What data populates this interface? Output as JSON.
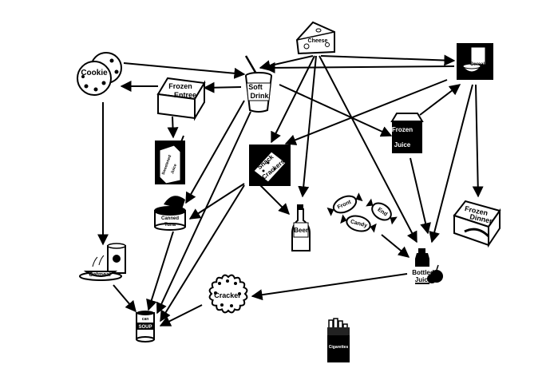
{
  "nodes": {
    "cookie": {
      "label": "Cookie",
      "icon": "cookie-icon"
    },
    "frozen_entree": {
      "label1": "Frozen",
      "label2": "Entree",
      "icon": "frozen-entree-box-icon"
    },
    "soft_drink": {
      "label1": "Soft",
      "label2": "Drink",
      "icon": "soft-drink-cup-icon"
    },
    "cheese": {
      "label": "Cheese",
      "icon": "cheese-icon"
    },
    "cereal": {
      "label": "Cereal",
      "icon": "cereal-icon"
    },
    "sweetened_juice": {
      "label1": "Sweetened",
      "label2": "Juice",
      "icon": "juice-box-icon"
    },
    "canned_tuna": {
      "label1": "Canned",
      "label2": "Tuna",
      "icon": "tuna-can-icon"
    },
    "snack_crackers": {
      "label1": "Snack",
      "label2": "Crackers",
      "icon": "snack-crackers-icon"
    },
    "frozen_juice": {
      "label1": "Frozen",
      "label2": "Juice",
      "icon": "frozen-juice-carton-icon"
    },
    "front_end_candy": {
      "label1": "Front",
      "label2": "End",
      "label3": "Candy",
      "icon": "candy-icon"
    },
    "beer": {
      "label": "Beer",
      "icon": "beer-bottle-icon"
    },
    "frozen_dinner": {
      "label1": "Frozen",
      "label2": "Dinner",
      "icon": "frozen-dinner-box-icon"
    },
    "oatmeal": {
      "label": "Oatmeal",
      "icon": "oatmeal-icon"
    },
    "bottled_juice": {
      "label1": "Bottled",
      "label2": "Juice",
      "icon": "bottled-juice-icon"
    },
    "cracker": {
      "label": "Cracker",
      "icon": "cracker-icon"
    },
    "soup": {
      "label1": "can",
      "label2": "SOUP",
      "icon": "soup-can-icon"
    },
    "cigarettes": {
      "label": "Cigarettes",
      "icon": "cigarettes-icon"
    }
  },
  "edges": [
    {
      "from": "cookie",
      "to": "soft_drink"
    },
    {
      "from": "soft_drink",
      "to": "frozen_entree"
    },
    {
      "from": "frozen_entree",
      "to": "cookie"
    },
    {
      "from": "cheese",
      "to": "soft_drink"
    },
    {
      "from": "cheese",
      "to": "cereal"
    },
    {
      "from": "cereal",
      "to": "soft_drink"
    },
    {
      "from": "cheese",
      "to": "beer"
    },
    {
      "from": "cheese",
      "to": "snack_crackers"
    },
    {
      "from": "cheese",
      "to": "bottled_juice"
    },
    {
      "from": "frozen_entree",
      "to": "sweetened_juice"
    },
    {
      "from": "soft_drink",
      "to": "canned_tuna"
    },
    {
      "from": "soft_drink",
      "to": "frozen_juice"
    },
    {
      "from": "soft_drink",
      "to": "soup"
    },
    {
      "from": "cereal",
      "to": "snack_crackers"
    },
    {
      "from": "frozen_juice",
      "to": "cereal"
    },
    {
      "from": "cereal",
      "to": "frozen_dinner"
    },
    {
      "from": "cereal",
      "to": "bottled_juice"
    },
    {
      "from": "frozen_juice",
      "to": "bottled_juice"
    },
    {
      "from": "snack_crackers",
      "to": "beer"
    },
    {
      "from": "snack_crackers",
      "to": "canned_tuna"
    },
    {
      "from": "snack_crackers",
      "to": "soup"
    },
    {
      "from": "front_end_candy",
      "to": "bottled_juice"
    },
    {
      "from": "cookie",
      "to": "oatmeal"
    },
    {
      "from": "oatmeal",
      "to": "soup"
    },
    {
      "from": "canned_tuna",
      "to": "soup"
    },
    {
      "from": "bottled_juice",
      "to": "cracker"
    },
    {
      "from": "cracker",
      "to": "soup"
    }
  ]
}
